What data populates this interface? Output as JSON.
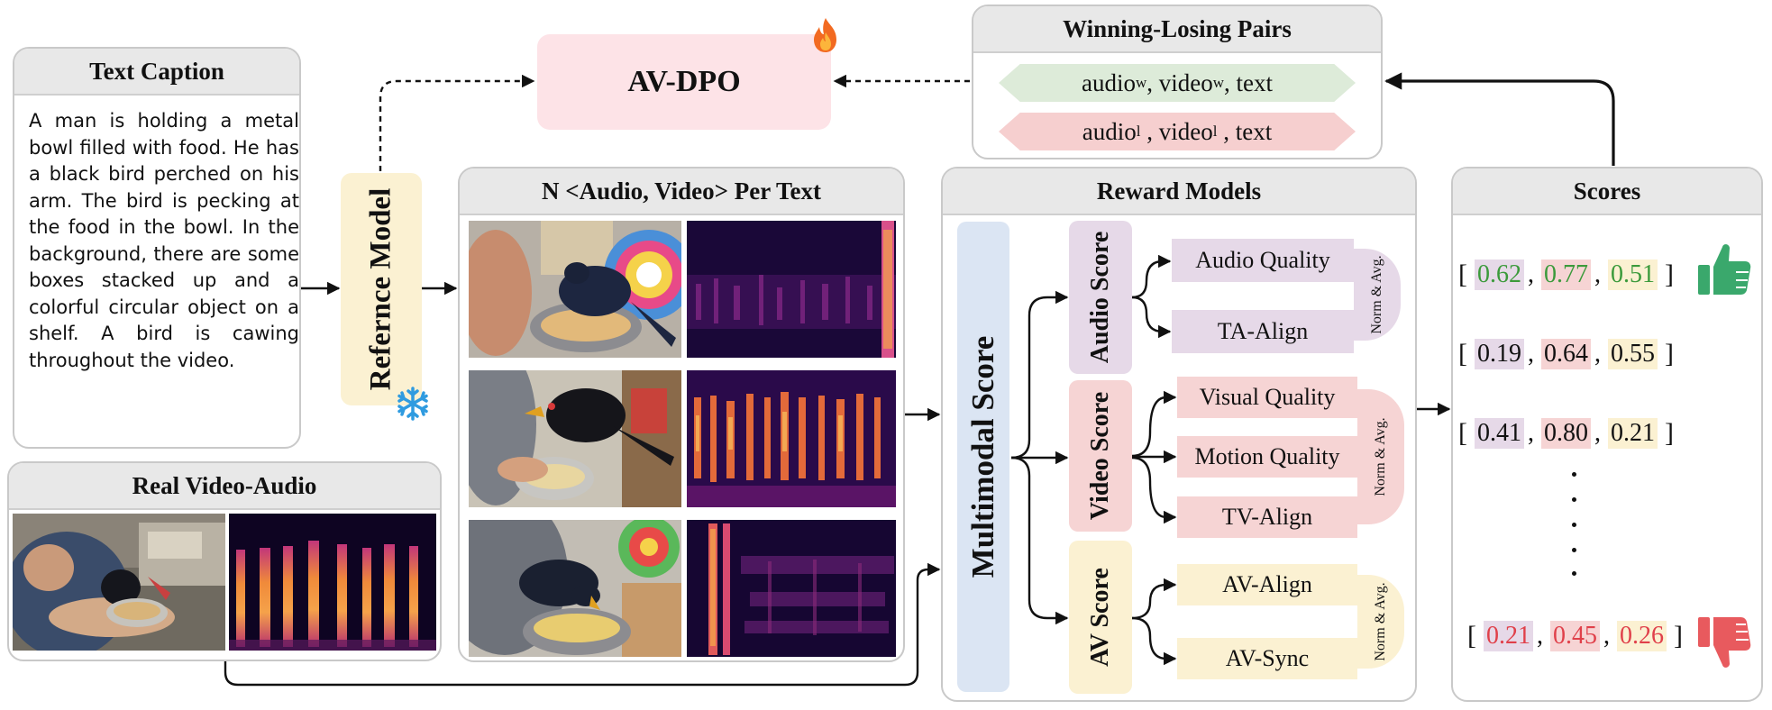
{
  "text_caption": {
    "title": "Text Caption",
    "body": "A man is holding a metal bowl filled with food. He has a black bird perched on his arm. The bird is pecking at the food in the bowl. In the background, there are some boxes stacked up and a colorful circular object on a shelf. A bird is cawing throughout the video."
  },
  "real_video_audio": {
    "title": "Real Video-Audio"
  },
  "reference_model": {
    "label": "Refernce Model",
    "icon": "snowflake-icon"
  },
  "samples_panel": {
    "title": "N <Audio, Video> Per Text",
    "rows": 3
  },
  "av_dpo": {
    "label": "AV-DPO",
    "icon": "fire-icon"
  },
  "pairs": {
    "title": "Winning-Losing Pairs",
    "winning": {
      "audio": "audio",
      "audio_sup": "w",
      "video": "video",
      "video_sup": "w",
      "text": "text"
    },
    "losing": {
      "audio": "audio",
      "audio_sup": "l",
      "video": "video",
      "video_sup": "l",
      "text": "text"
    }
  },
  "reward_models": {
    "title": "Reward Models",
    "multimodal_label": "Multimodal Score",
    "groups": [
      {
        "label": "Audio Score",
        "color": "#e6d9e8",
        "metrics": [
          "Audio Quality",
          "TA-Align"
        ],
        "norm": "Norm & Avg."
      },
      {
        "label": "Video Score",
        "color": "#f6d4d4",
        "metrics": [
          "Visual Quality",
          "Motion Quality",
          "TV-Align"
        ],
        "norm": "Norm & Avg."
      },
      {
        "label": "AV Score",
        "color": "#fbf1d2",
        "metrics": [
          "AV-Align",
          "AV-Sync"
        ],
        "norm": "Norm & Avg."
      }
    ]
  },
  "scores": {
    "title": "Scores",
    "rows": [
      {
        "values": [
          "0.62",
          "0.77",
          "0.51"
        ],
        "tone": "green",
        "icon": "thumbs-up-icon"
      },
      {
        "values": [
          "0.19",
          "0.64",
          "0.55"
        ],
        "tone": "plain"
      },
      {
        "values": [
          "0.41",
          "0.80",
          "0.21"
        ],
        "tone": "plain"
      },
      {
        "values": [
          "0.21",
          "0.45",
          "0.26"
        ],
        "tone": "red",
        "icon": "thumbs-down-icon"
      }
    ],
    "open_bracket": "[",
    "close_bracket": "]",
    "separator": ","
  },
  "colors": {
    "audio": "#e6d9e8",
    "video": "#f6d4d4",
    "av": "#fbf1d2",
    "multimodal": "#dbe5f3",
    "thumb_up": "#3aa86c",
    "thumb_down": "#e85a5e",
    "winning": "#ddebd9",
    "losing": "#f6cfcf"
  }
}
